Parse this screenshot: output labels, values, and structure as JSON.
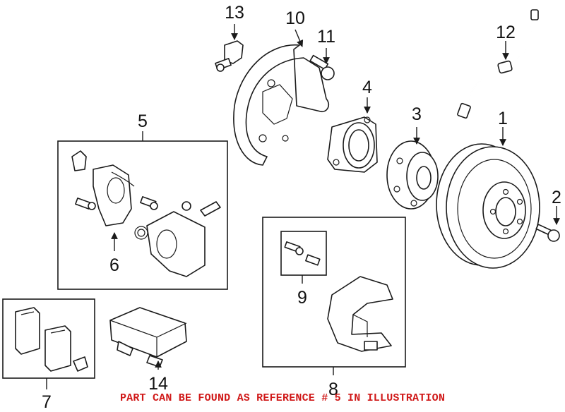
{
  "callouts": {
    "c1": "1",
    "c2": "2",
    "c3": "3",
    "c4": "4",
    "c5": "5",
    "c6": "6",
    "c7": "7",
    "c8": "8",
    "c9": "9",
    "c10": "10",
    "c11": "11",
    "c12": "12",
    "c13": "13",
    "c14": "14"
  },
  "note": "PART CAN BE FOUND AS REFERENCE # 5 IN ILLUSTRATION",
  "colors": {
    "note": "#d01818",
    "lines": "#1a1a1a"
  }
}
